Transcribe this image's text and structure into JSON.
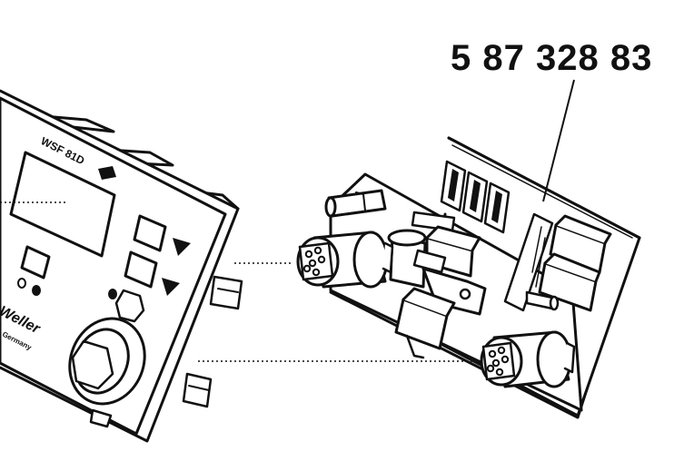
{
  "figure": {
    "part_number": "5 87 328 83",
    "front_panel_model": "WSF 81D",
    "brand": "Weller",
    "brand_sub": "Germany"
  },
  "colors": {
    "ink": "#111111",
    "panel_fill": "#ffffff",
    "shade": "#d9d9d9"
  },
  "icons": [
    "triangle-right-icon",
    "triangle-up-icon",
    "connector-pins-icon"
  ]
}
